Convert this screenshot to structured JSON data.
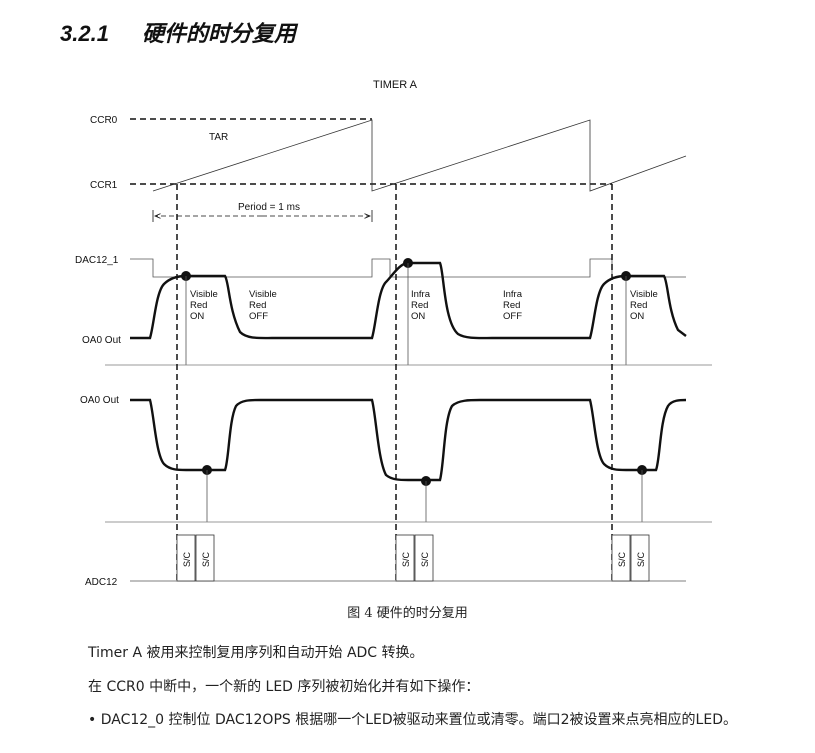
{
  "section": {
    "number": "3.2.1",
    "title": "硬件的时分复用"
  },
  "diagram": {
    "title": "TIMER A",
    "labels": {
      "ccr0": "CCR0",
      "ccr1": "CCR1",
      "tar": "TAR",
      "period": "Period = 1 ms",
      "dac12_1": "DAC12_1",
      "oa0_out_1": "OA0 Out",
      "oa0_out_2": "OA0 Out",
      "adc12": "ADC12",
      "sc": "S/C"
    },
    "states": [
      {
        "l1": "Visible",
        "l2": "Red",
        "l3": "ON"
      },
      {
        "l1": "Visible",
        "l2": "Red",
        "l3": "OFF"
      },
      {
        "l1": "Infra",
        "l2": "Red",
        "l3": "ON"
      },
      {
        "l1": "Infra",
        "l2": "Red",
        "l3": "OFF"
      },
      {
        "l1": "Visible",
        "l2": "Red",
        "l3": "ON"
      }
    ]
  },
  "caption": "图 4  硬件的时分复用",
  "paragraphs": [
    "Timer A 被用来控制复用序列和自动开始 ADC 转换。",
    "在 CCR0 中断中，一个新的 LED 序列被初始化并有如下操作：",
    "• DAC12_0 控制位 DAC12OPS 根据哪一个LED被驱动来置位或清零。端口2被设置来点亮相应的LED。"
  ]
}
